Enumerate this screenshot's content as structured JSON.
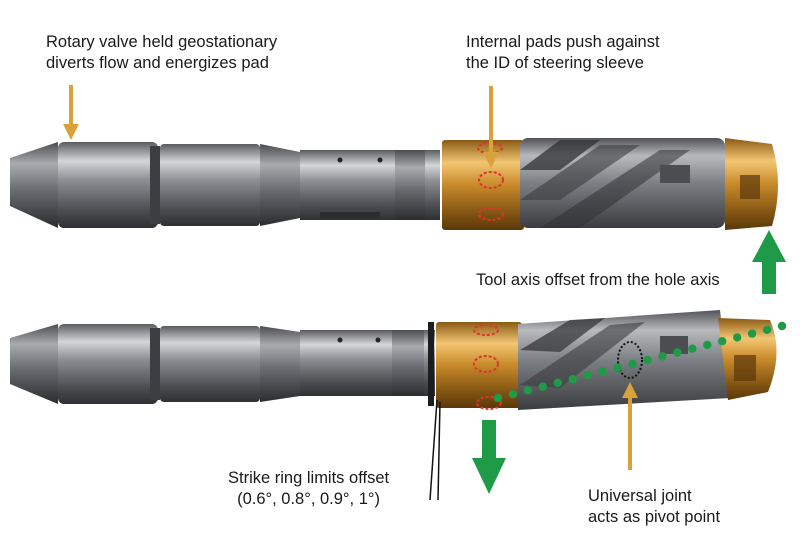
{
  "colors": {
    "steel_dark": "#4a4c4f",
    "steel_mid": "#7d8084",
    "steel_light": "#c9cbcd",
    "brass_dark": "#8a5a14",
    "brass_mid": "#c88a2a",
    "brass_light": "#f3c673",
    "callout_arrow": "#d9a13a",
    "motion_arrow": "#1f9a47",
    "axis_dots": "#1f9a47",
    "pad_marker": "#e0342a"
  },
  "annotations": {
    "rotary_valve": [
      "Rotary valve held geostationary",
      "diverts flow and energizes pad"
    ],
    "internal_pads": [
      "Internal pads push against",
      "the ID of steering sleeve"
    ],
    "tool_axis": [
      "Tool axis offset from the hole axis"
    ],
    "strike_ring": [
      "Strike ring limits offset",
      "(0.6°, 0.8°, 0.9°, 1°)"
    ],
    "universal_joint": [
      "Universal joint",
      "acts as pivot point"
    ]
  }
}
